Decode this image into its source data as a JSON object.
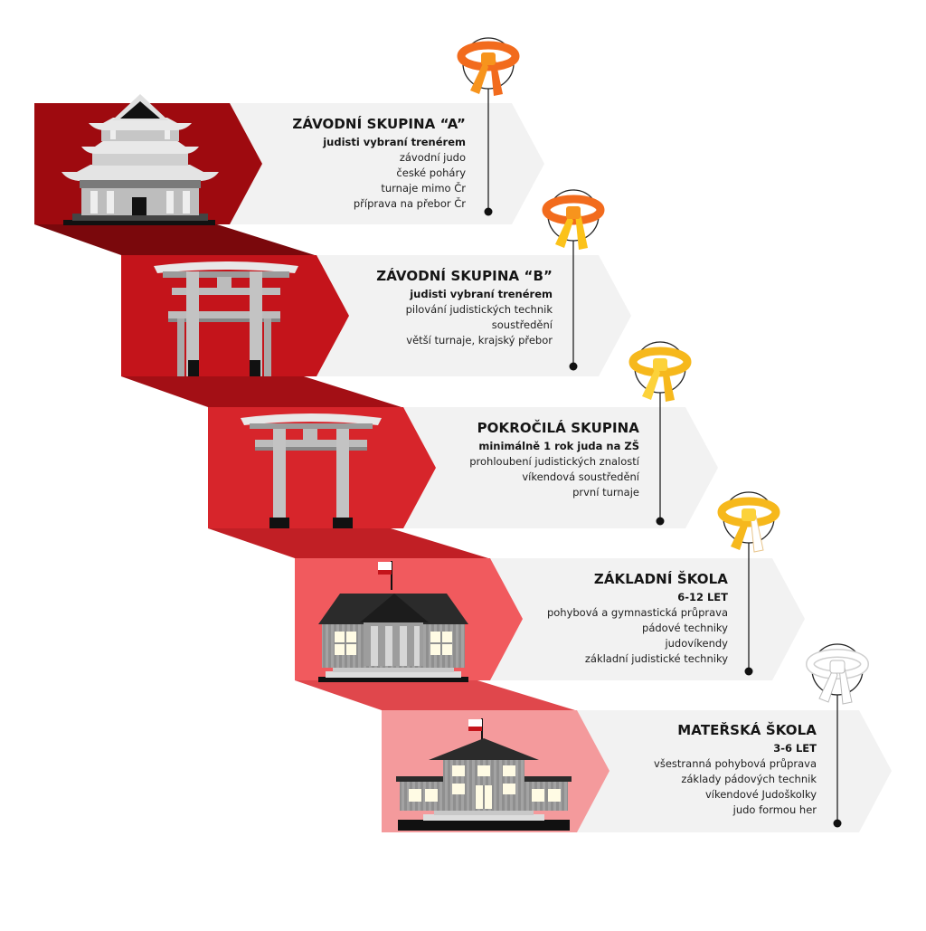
{
  "steps": [
    {
      "title": "ZÁVODNÍ SKUPINA “A”",
      "subtitle": "judisti vybraní trenérem",
      "lines": [
        "závodní judo",
        "české poháry",
        "turnaje mimo Čr",
        "příprava na přebor Čr"
      ],
      "color": "#9e0a0f",
      "building": "pagoda-icon",
      "belt": "orange-belt-icon",
      "belt_colors": [
        "#f26b1d",
        "#f7941d"
      ]
    },
    {
      "title": "ZÁVODNÍ SKUPINA “B”",
      "subtitle": "judisti vybraní trenérem",
      "lines": [
        "pilování judistických technik",
        "soustředění",
        "větší turnaje, krajský přebor"
      ],
      "color": "#c4141b",
      "building": "torii-gate-icon",
      "belt": "orange-yellow-belt-icon",
      "belt_colors": [
        "#f26b1d",
        "#fbc21a"
      ]
    },
    {
      "title": "POKROČILÁ SKUPINA",
      "subtitle": "minimálně 1 rok juda na ZŠ",
      "lines": [
        "prohloubení judistických znalostí",
        "víkendová soustředění",
        "první turnaje"
      ],
      "color": "#d7252b",
      "building": "torii-gate-simple-icon",
      "belt": "yellow-belt-icon",
      "belt_colors": [
        "#f6b81c",
        "#fcd23a"
      ]
    },
    {
      "title": "ZÁKLADNÍ ŠKOLA",
      "subtitle": "6-12 LET",
      "lines": [
        "pohybová a gymnastická průprava",
        "pádové techniky",
        "judovíkendy",
        "základní judistické techniky"
      ],
      "color": "#f15a5e",
      "building": "school-building-icon",
      "belt": "white-yellow-belt-icon",
      "belt_colors": [
        "#f6b81c",
        "#ffffff"
      ]
    },
    {
      "title": "MATEŘSKÁ ŠKOLA",
      "subtitle": "3-6 LET",
      "lines": [
        "všestranná pohybová průprava",
        "základy pádových technik",
        "víkendové Judoškolky",
        "judo formou her"
      ],
      "color": "#f49a9c",
      "building": "kindergarten-building-icon",
      "belt": "white-belt-icon",
      "belt_colors": [
        "#ffffff",
        "#ffffff"
      ]
    }
  ]
}
